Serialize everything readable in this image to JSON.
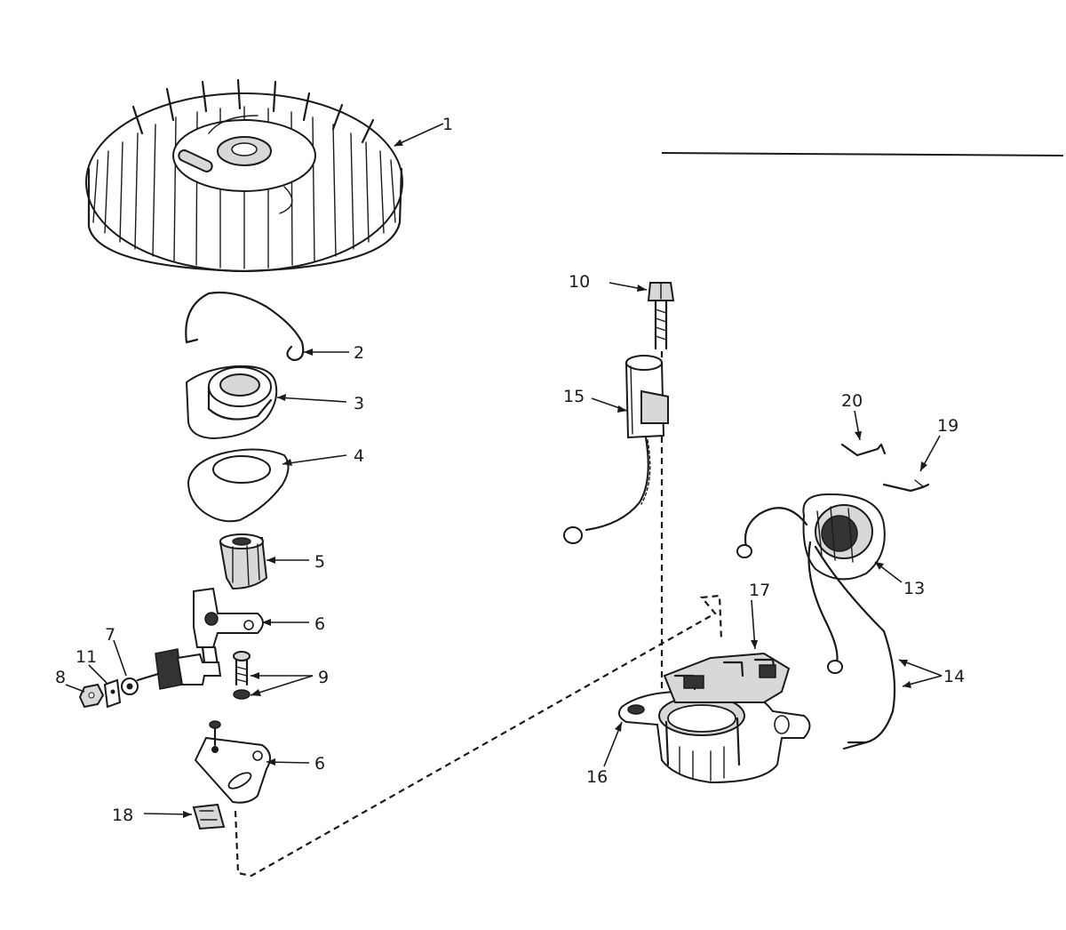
{
  "callouts": {
    "c1": "1",
    "c2": "2",
    "c3": "3",
    "c4": "4",
    "c5": "5",
    "c6a": "6",
    "c6b": "6",
    "c7": "7",
    "c8": "8",
    "c9": "9",
    "c10": "10",
    "c11": "11",
    "c13": "13",
    "c14": "14",
    "c15": "15",
    "c16": "16",
    "c17": "17",
    "c18": "18",
    "c19": "19",
    "c20": "20"
  },
  "colors": {
    "ink": "#1a1a1a",
    "paper": "#ffffff"
  }
}
